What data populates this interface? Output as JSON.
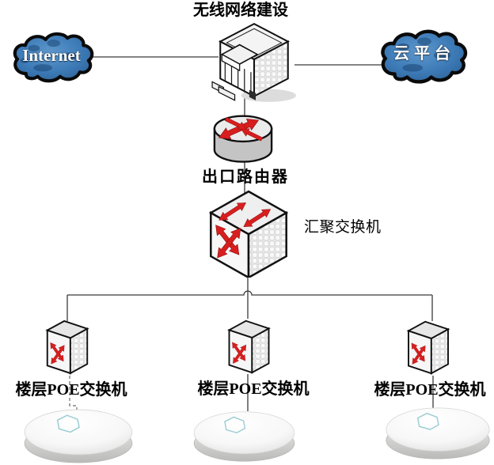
{
  "diagram": {
    "title": "无线网络建设",
    "internet": {
      "label": "Internet"
    },
    "cloud_platform": {
      "label": "云平台"
    },
    "router": {
      "label": "出口路由器"
    },
    "aggregation_switch": {
      "label": "汇聚交换机"
    },
    "poe_switches": [
      {
        "label": "楼层POE交换机"
      },
      {
        "label": "楼层POE交换机"
      },
      {
        "label": "楼层POE交换机"
      }
    ],
    "colors": {
      "cloud_fill": "#3e7cb8",
      "cloud_text": "#ffffff",
      "arrow_red": "#d81e1e",
      "connector": "#3a3a3a",
      "ap_hexagon": "#9ccdd4"
    }
  }
}
